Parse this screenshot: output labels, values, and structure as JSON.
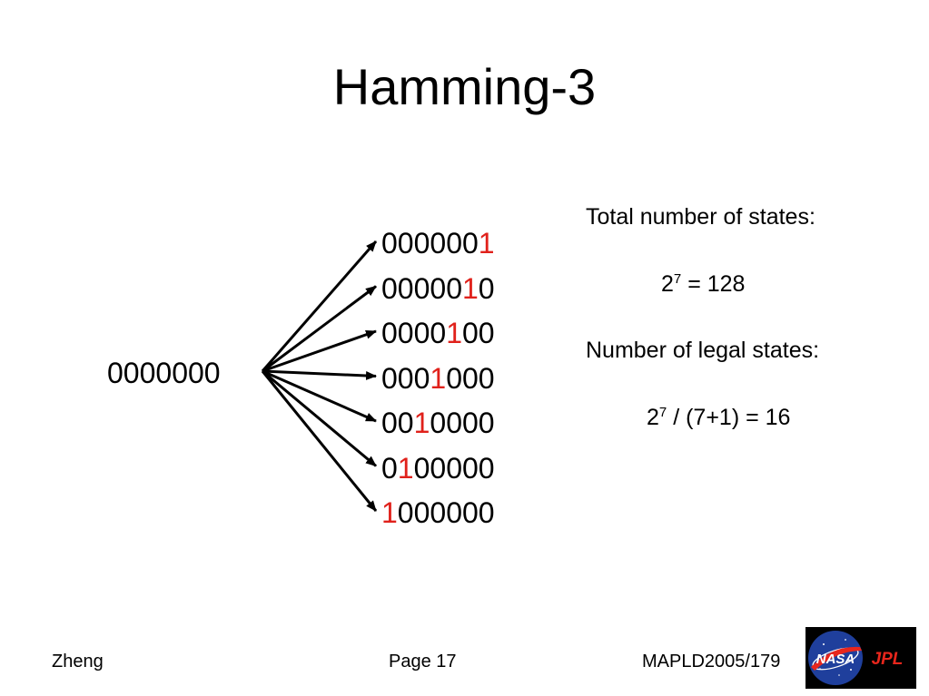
{
  "slide": {
    "title": "Hamming-3",
    "source_code": "0000000",
    "codewords": [
      [
        "0",
        "0",
        "0",
        "0",
        "0",
        "0",
        "1"
      ],
      [
        "0",
        "0",
        "0",
        "0",
        "0",
        "1",
        "0"
      ],
      [
        "0",
        "0",
        "0",
        "0",
        "1",
        "0",
        "0"
      ],
      [
        "0",
        "0",
        "0",
        "1",
        "0",
        "0",
        "0"
      ],
      [
        "0",
        "0",
        "1",
        "0",
        "0",
        "0",
        "0"
      ],
      [
        "0",
        "1",
        "0",
        "0",
        "0",
        "0",
        "0"
      ],
      [
        "1",
        "0",
        "0",
        "0",
        "0",
        "0",
        "0"
      ]
    ],
    "flipped_bit_index": [
      6,
      5,
      4,
      3,
      2,
      1,
      0
    ],
    "highlight_color": "#e0211b",
    "info": {
      "total_label": "Total number of states:",
      "total_base": "2",
      "total_exp": "7",
      "total_rest": " = 128",
      "legal_label": "Number of legal states:",
      "legal_base": "2",
      "legal_exp": "7",
      "legal_rest": " / (7+1) = 16"
    }
  },
  "footer": {
    "author": "Zheng",
    "page": "Page 17",
    "conference": "MAPLD2005/179"
  },
  "logos": {
    "nasa_text": "NASA",
    "jpl_text": "JPL",
    "nasa_color": "#1f3f9c",
    "jpl_color": "#e8261c"
  }
}
